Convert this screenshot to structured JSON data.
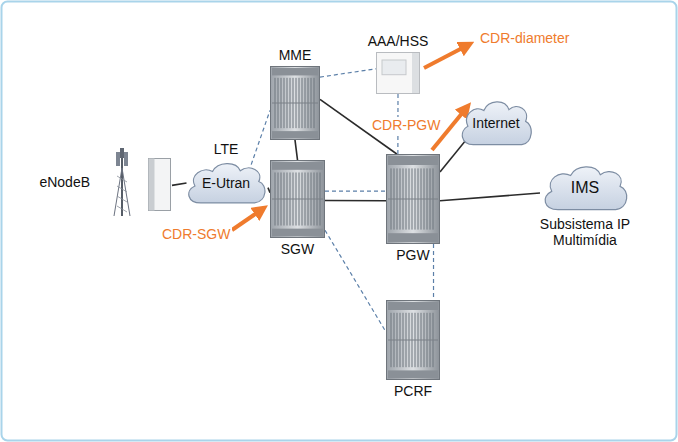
{
  "diagram": {
    "nodes": [
      {
        "text": [
          "eNodeB"
        ]
      },
      {
        "text": [
          "LTE",
          "E-Utran"
        ]
      },
      {
        "text": [
          "MME"
        ]
      },
      {
        "text": [
          "AAA/HSS"
        ]
      },
      {
        "text": [
          "SGW"
        ]
      },
      {
        "text": [
          "PGW"
        ]
      },
      {
        "text": [
          "Internet"
        ]
      },
      {
        "text": [
          "IMS",
          "Subsistema IP Multimídia"
        ]
      },
      {
        "text": [
          "PCRF"
        ]
      }
    ],
    "edges": [
      {
        "from": 0,
        "to": 1,
        "arrow": "none"
      },
      {
        "from": 1,
        "to": 2,
        "arrow": "none"
      },
      {
        "from": 1,
        "to": 4,
        "arrow": "none"
      },
      {
        "from": 2,
        "to": 4,
        "arrow": "none"
      },
      {
        "from": 2,
        "to": 3,
        "arrow": "none"
      },
      {
        "from": 2,
        "to": 5,
        "arrow": "none"
      },
      {
        "from": 3,
        "to": 5,
        "arrow": "none"
      },
      {
        "from": 4,
        "to": 5,
        "arrow": "none"
      },
      {
        "from": 4,
        "to": 5,
        "arrow": "none"
      },
      {
        "from": 5,
        "to": 6,
        "arrow": "none"
      },
      {
        "from": 5,
        "to": 7,
        "arrow": "none"
      },
      {
        "from": 4,
        "to": 8,
        "arrow": "none"
      },
      {
        "from": 5,
        "to": 8,
        "arrow": "none"
      }
    ],
    "labels": [
      "CDR-diameter",
      "CDR-PGW",
      "CDR-SGW"
    ]
  }
}
